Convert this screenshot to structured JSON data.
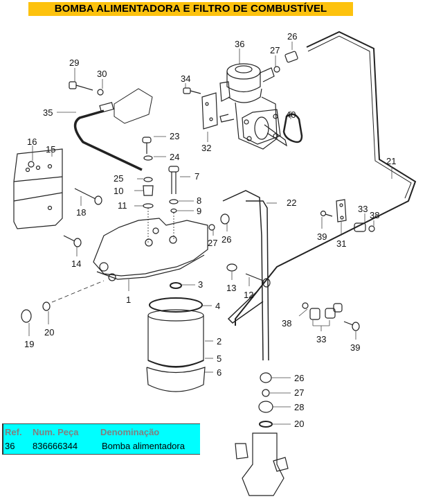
{
  "title": "BOMBA ALIMENTADORA E FILTRO DE COMBUSTÍVEL",
  "colors": {
    "title_background": "#FDC20E",
    "table_background": "#00FFFF",
    "table_header_text": "#808080"
  },
  "callouts": {
    "c1": "1",
    "c2": "2",
    "c3": "3",
    "c4": "4",
    "c5": "5",
    "c6": "6",
    "c7": "7",
    "c8": "8",
    "c9": "9",
    "c10": "10",
    "c11": "11",
    "c12": "12",
    "c13": "13",
    "c14": "14",
    "c15": "15",
    "c16": "16",
    "c18": "18",
    "c19": "19",
    "c20a": "20",
    "c20b": "20",
    "c21": "21",
    "c22": "22",
    "c23": "23",
    "c24": "24",
    "c25": "25",
    "c26a": "26",
    "c26b": "26",
    "c26c": "26",
    "c27a": "27",
    "c27b": "27",
    "c27c": "27",
    "c28": "28",
    "c29": "29",
    "c30": "30",
    "c31": "31",
    "c32": "32",
    "c33a": "33",
    "c33b": "33",
    "c34": "34",
    "c35": "35",
    "c36": "36",
    "c38a": "38",
    "c38b": "38",
    "c39a": "39",
    "c39b": "39",
    "c40": "40"
  },
  "table": {
    "headers": [
      "Ref.",
      "Num. Peça",
      "Denominação"
    ],
    "rows": [
      [
        "36",
        "836666344",
        "Bomba alimentadora"
      ]
    ]
  }
}
